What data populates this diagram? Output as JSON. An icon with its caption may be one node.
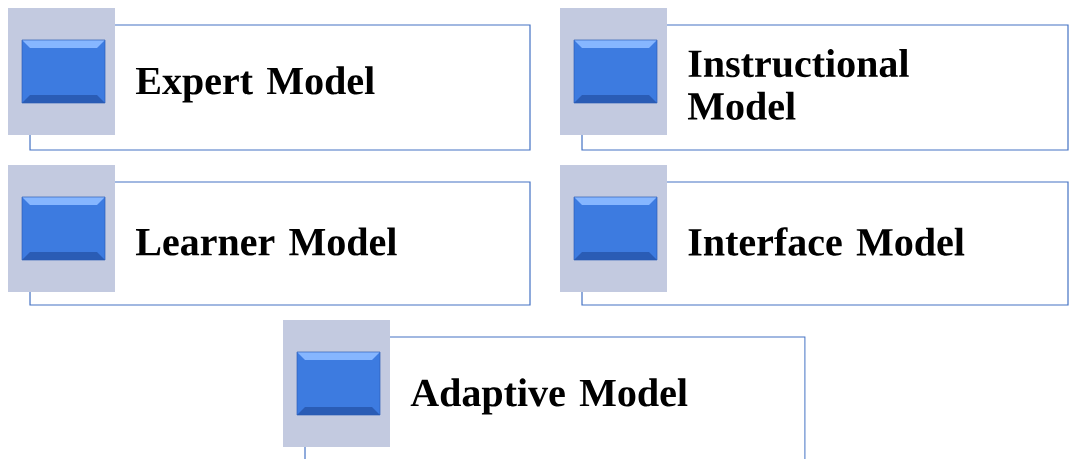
{
  "diagram": {
    "nodes": [
      {
        "text": [
          "Expert Model"
        ]
      },
      {
        "text": [
          "Instructional Model"
        ]
      },
      {
        "text": [
          "Learner Model"
        ]
      },
      {
        "text": [
          "Interface Model"
        ]
      },
      {
        "text": [
          "Adaptive Model"
        ]
      }
    ]
  }
}
